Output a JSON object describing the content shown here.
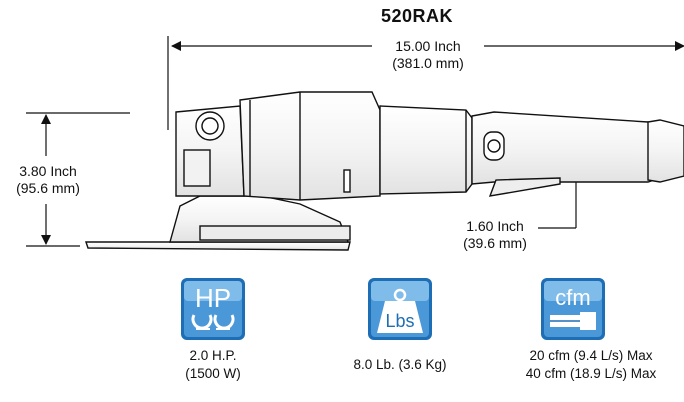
{
  "title": "520RAK",
  "dimensions": {
    "length": {
      "inch": "15.00 Inch",
      "mm": "(381.0 mm)"
    },
    "height": {
      "inch": "3.80 Inch",
      "mm": "(95.6 mm)"
    },
    "grip": {
      "inch": "1.60 Inch",
      "mm": "(39.6 mm)"
    }
  },
  "specs": {
    "power": {
      "icon": "hp-icon",
      "icon_text": "HP",
      "line1": "2.0 H.P.",
      "line2": "(1500 W)"
    },
    "weight": {
      "icon": "weight-lbs-icon",
      "icon_text": "Lbs",
      "line1": "8.0 Lb. (3.6 Kg)"
    },
    "air": {
      "icon": "cfm-icon",
      "icon_text": "cfm",
      "line1": "20 cfm (9.4 L/s) Max",
      "line2": "40 cfm (18.9 L/s) Max"
    }
  },
  "colors": {
    "icon_blue": "#1e6eb5",
    "icon_light": "#5fa8e0"
  }
}
